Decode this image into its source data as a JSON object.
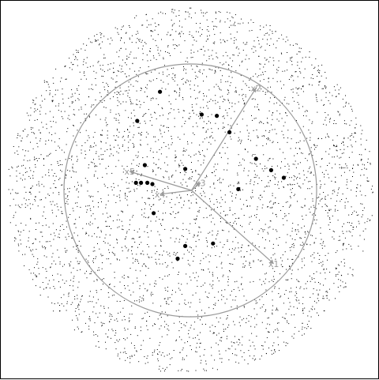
{
  "chart_data": {
    "type": "scatter",
    "title": "",
    "xlabel": "",
    "ylabel": "",
    "xlim": [
      -1.5,
      1.5
    ],
    "ylim": [
      -1.5,
      1.5
    ],
    "unit_circle_radius": 1,
    "grid": false,
    "legend": "none",
    "background_points": {
      "count": 4000,
      "spread_radius": 1.45,
      "marker": "tiny-dot"
    },
    "highlighted_points": [
      {
        "x": -0.24,
        "y": 0.78
      },
      {
        "x": -0.42,
        "y": 0.55
      },
      {
        "x": 0.09,
        "y": 0.6
      },
      {
        "x": 0.21,
        "y": 0.59
      },
      {
        "x": 0.31,
        "y": 0.46
      },
      {
        "x": -0.36,
        "y": 0.2
      },
      {
        "x": -0.04,
        "y": 0.17
      },
      {
        "x": 0.52,
        "y": 0.25
      },
      {
        "x": 0.64,
        "y": 0.16
      },
      {
        "x": 0.74,
        "y": 0.1
      },
      {
        "x": -0.43,
        "y": 0.06
      },
      {
        "x": -0.39,
        "y": 0.06
      },
      {
        "x": -0.34,
        "y": 0.06
      },
      {
        "x": -0.3,
        "y": 0.05
      },
      {
        "x": 0.38,
        "y": 0.01
      },
      {
        "x": -0.29,
        "y": -0.18
      },
      {
        "x": 0.18,
        "y": -0.42
      },
      {
        "x": -0.04,
        "y": -0.44
      },
      {
        "x": -0.1,
        "y": -0.54
      }
    ],
    "loading_vectors": [
      {
        "label": "x1",
        "x": 0.66,
        "y": -0.58
      },
      {
        "label": "x2",
        "x": 0.52,
        "y": 0.81
      },
      {
        "label": "x3",
        "x": 0.08,
        "y": 0.06
      },
      {
        "label": "x4",
        "x": -0.24,
        "y": -0.03
      },
      {
        "label": "x5",
        "x": -0.48,
        "y": 0.15
      }
    ],
    "origin": {
      "x": 0.01,
      "y": 0.0
    },
    "colors": {
      "background": "#ffffff",
      "frame": "#000000",
      "points": "#000000",
      "circle": "#9a9a9a",
      "arrows": "#9a9a9a",
      "labels": "#9a9a9a"
    }
  }
}
